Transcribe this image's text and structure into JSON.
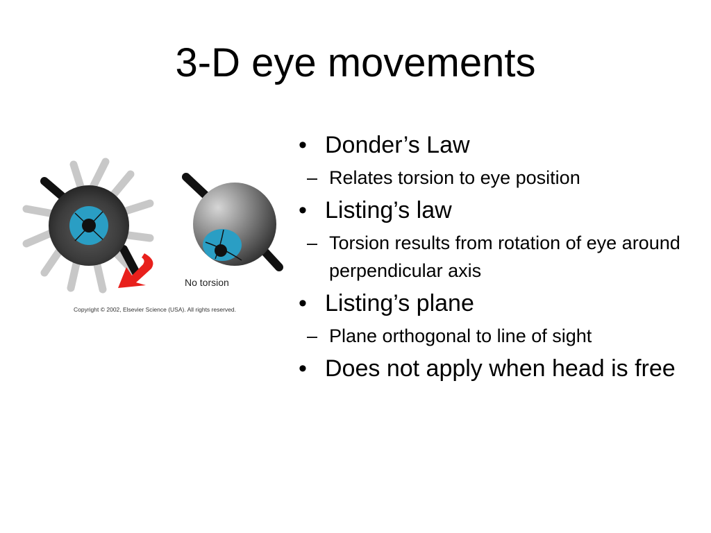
{
  "slide": {
    "title": "3-D eye movements"
  },
  "figure": {
    "label": "No torsion",
    "copyright": "Copyright © 2002, Elsevier Science (USA). All rights reserved."
  },
  "bullets": [
    {
      "marker": "•",
      "text": "Donder’s Law",
      "subs": [
        {
          "marker": "–",
          "text": "Relates torsion to eye position"
        }
      ]
    },
    {
      "marker": "•",
      "text": "Listing’s law",
      "subs": [
        {
          "marker": "–",
          "text": "Torsion results from rotation of eye around perpendicular axis"
        }
      ]
    },
    {
      "marker": "•",
      "text": "Listing’s plane",
      "subs": [
        {
          "marker": "–",
          "text": "Plane orthogonal to line of sight"
        }
      ]
    },
    {
      "marker": "•",
      "text": "Does not apply when head is free",
      "subs": []
    }
  ],
  "colors": {
    "iris": "#2a9ec4",
    "arrow": "#e8201c",
    "rays": "#c8c8c8"
  }
}
